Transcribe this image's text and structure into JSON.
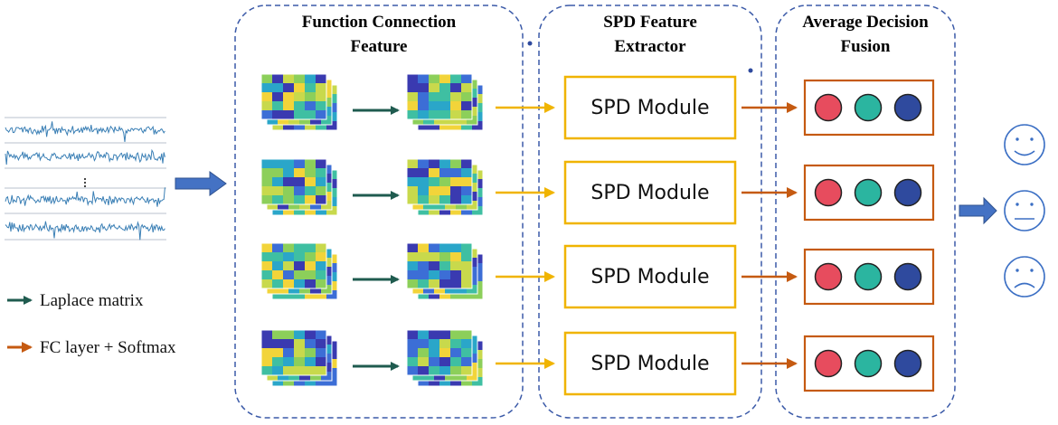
{
  "panels": {
    "fc_feature": {
      "title_line1": "Function Connection",
      "title_line2": "Feature"
    },
    "spd_extractor": {
      "title_line1": "SPD Feature",
      "title_line2": "Extractor"
    },
    "decision_fusion": {
      "title_line1": "Average Decision",
      "title_line2": "Fusion"
    }
  },
  "spd_modules": [
    {
      "label": "SPD Module"
    },
    {
      "label": "SPD Module"
    },
    {
      "label": "SPD Module"
    },
    {
      "label": "SPD Module"
    }
  ],
  "legend": {
    "laplace": {
      "label": "Laplace matrix",
      "color": "#1f5b4f"
    },
    "fc_softmax": {
      "label": "FC layer + Softmax",
      "color": "#c55a11"
    }
  },
  "colors": {
    "panel_border": "#3b5aa8",
    "spd_border": "#f0b400",
    "spd_arrow": "#f0b400",
    "input_arrow": "#4472c4",
    "fusion_border": "#c55a11",
    "dot_red": "#e74c5e",
    "dot_teal": "#2bb5a0",
    "dot_blue": "#2f4a9e",
    "face": "#3b6fc4"
  },
  "icons": {
    "faces": [
      "smiling-face-icon",
      "neutral-face-icon",
      "sad-face-icon"
    ]
  }
}
